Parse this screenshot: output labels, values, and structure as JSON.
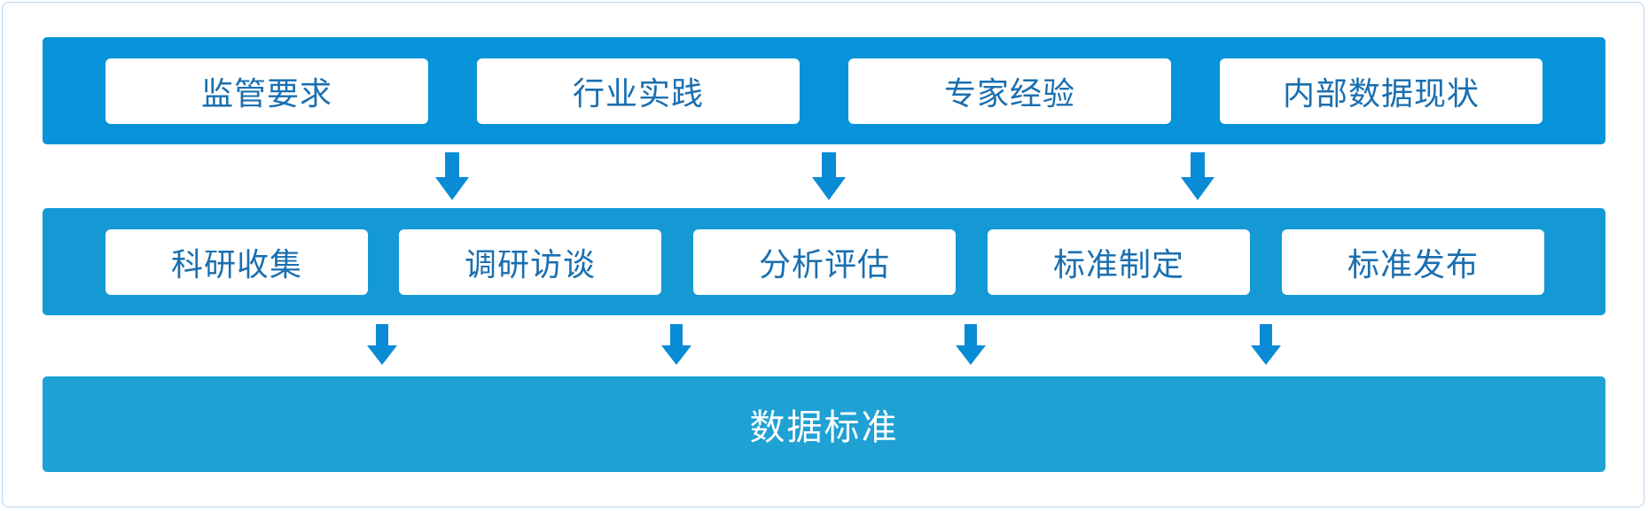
{
  "colors": {
    "frame_border": "#bcd6ef",
    "band_top": "#0693d9",
    "band_middle": "#1499d5",
    "band_bottom": "#1fa1d3",
    "box_text": "#1a6fb0",
    "arrow": "#0a8bd6"
  },
  "inputs": [
    {
      "label": "监管要求"
    },
    {
      "label": "行业实践"
    },
    {
      "label": "专家经验"
    },
    {
      "label": "内部数据现状"
    }
  ],
  "process": [
    {
      "label": "科研收集"
    },
    {
      "label": "调研访谈"
    },
    {
      "label": "分析评估"
    },
    {
      "label": "标准制定"
    },
    {
      "label": "标准发布"
    }
  ],
  "result": {
    "label": "数据标准"
  }
}
